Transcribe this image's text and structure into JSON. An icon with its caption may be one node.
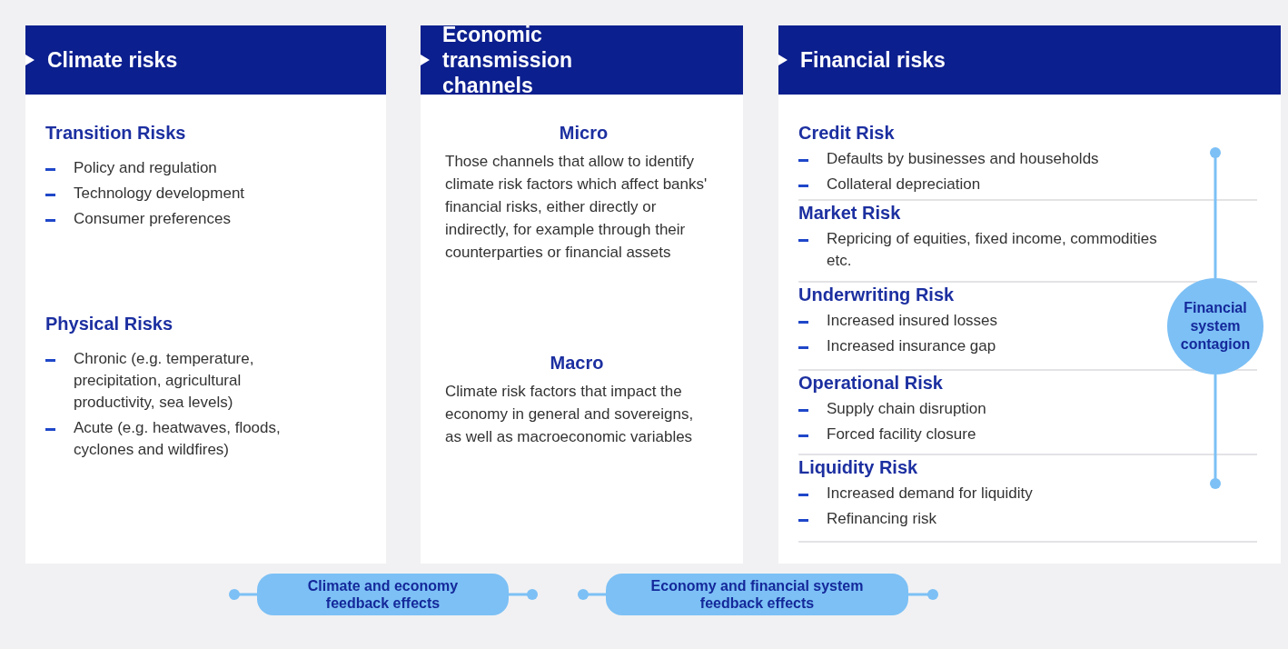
{
  "diagram": {
    "nodes": [
      {
        "text": [
          "Climate risks"
        ]
      },
      {
        "text": [
          "Economic transmission channels"
        ]
      },
      {
        "text": [
          "Financial risks"
        ]
      },
      {
        "text": [
          "Transition Risks",
          "Policy and regulation",
          "Technology development",
          "Consumer preferences"
        ],
        "in": 0
      },
      {
        "text": [
          "Physical Risks",
          "Chronic (e.g. temperature, precipitation, agricultural productivity, sea levels)",
          "Acute (e.g. heatwaves, floods, cyclones and wildfires)"
        ],
        "in": 0
      },
      {
        "text": [
          "Micro",
          "Those channels that allow to identify climate risk factors which affect banks' financial risks, either directly or indirectly, for example through their counterparties or financial assets"
        ],
        "in": 1
      },
      {
        "text": [
          "Macro",
          "Climate risk factors that impact the economy in general and sovereigns, as well as macroeconomic variables"
        ],
        "in": 1
      },
      {
        "text": [
          "Credit Risk",
          "Defaults by businesses and households",
          "Collateral depreciation"
        ],
        "in": 2
      },
      {
        "text": [
          "Market Risk",
          "Repricing of equities, fixed income, commodities etc."
        ],
        "in": 2
      },
      {
        "text": [
          "Underwriting Risk",
          "Increased insured losses",
          "Increased insurance gap"
        ],
        "in": 2
      },
      {
        "text": [
          "Operational Risk",
          "Supply chain disruption",
          "Forced facility closure"
        ],
        "in": 2
      },
      {
        "text": [
          "Liquidity Risk",
          "Increased demand for liquidity",
          "Refinancing risk"
        ],
        "in": 2
      },
      {
        "text": [
          "Financial system contagion"
        ],
        "in": 2
      },
      {
        "text": [
          "Climate and economy feedback effects"
        ]
      },
      {
        "text": [
          "Economy and financial system feedback effects"
        ]
      }
    ],
    "edges": [
      {
        "from": 12,
        "to": null,
        "arrow": "other"
      },
      {
        "from": 12,
        "to": null,
        "arrow": "other"
      },
      {
        "from": 13,
        "to": null,
        "arrow": "other"
      },
      {
        "from": 13,
        "to": null,
        "arrow": "other"
      },
      {
        "from": 14,
        "to": null,
        "arrow": "other"
      },
      {
        "from": 14,
        "to": null,
        "arrow": "other"
      }
    ]
  }
}
